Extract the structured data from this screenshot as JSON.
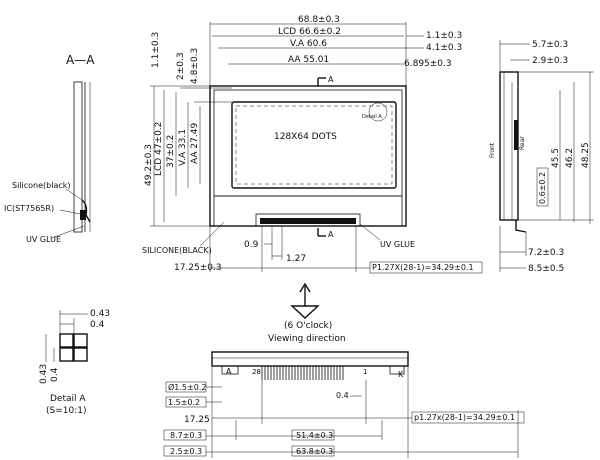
{
  "section_label": "A—A",
  "a_marks": [
    "A",
    "A"
  ],
  "labels": {
    "silicone_left": "Silicone(black)",
    "ic": "IC(ST7565R)",
    "uv_glue_left": "UV GLUE",
    "silicone_bottom": "SILICONE(BLACK)",
    "uv_glue_bottom": "UV GLUE",
    "screen_text": "128X64  DOTS",
    "detail_a_tag": "Detail A",
    "front": "Front",
    "rear": "Rear",
    "orientation": "(6 O'clock)",
    "viewing_direction": "Viewing direction",
    "detail_a_title": "Detail A",
    "detail_a_scale": "(S=10:1)",
    "pin_1": "1",
    "pin_28": "28",
    "pin_a": "A",
    "pin_k": "K"
  },
  "dims": {
    "overall_width": "68.8±0.3",
    "lcd_width": "LCD  66.6±0.2",
    "va_width": "V.A  60.6",
    "aa_width": "AA  55.01",
    "d_1_1": "1.1±0.3",
    "d_4_1": "4.1±0.3",
    "d_6_895": "6.895±0.3",
    "v_1_1": "1.1±0.3",
    "v_2": "2±0.3",
    "v_4_8": "4.8±0.3",
    "v_49_2": "49.2±0.3",
    "v_lcd_47": "LCD  47±0.2",
    "v_37": "37±0.2",
    "v_va_33": "V.A  33.1",
    "v_aa_27": "AA  27.49",
    "d_0_9": "0.9",
    "d_1_27": "1.27",
    "d_17_25": "17.25±0.3",
    "pitch": "P1.27X(28-1)=34.29±0.1",
    "side_5_7": "5.7±0.3",
    "side_2_9": "2.9±0.3",
    "side_45_5": "45.5",
    "side_46_2": "46.2",
    "side_48_25": "48.25",
    "side_0_6": "0.6±0.2",
    "side_7_2": "7.2±0.3",
    "side_8_5": "8.5±0.5",
    "det_0_43": "0.43",
    "det_0_4": "0.4",
    "det_v_0_43": "0.43",
    "det_v_0_4": "0.4",
    "b_dia": "Ø1.5±0.2",
    "b_1_5": "1.5±0.2",
    "b_17_25": "17.25",
    "b_0_4": "0.4",
    "b_pitch": "p1.27x(28-1)=34.29±0.1",
    "b_8_7": "8.7±0.3",
    "b_51_4": "51.4±0.3",
    "b_2_5": "2.5±0.3",
    "b_63_8": "63.8±0.3"
  }
}
